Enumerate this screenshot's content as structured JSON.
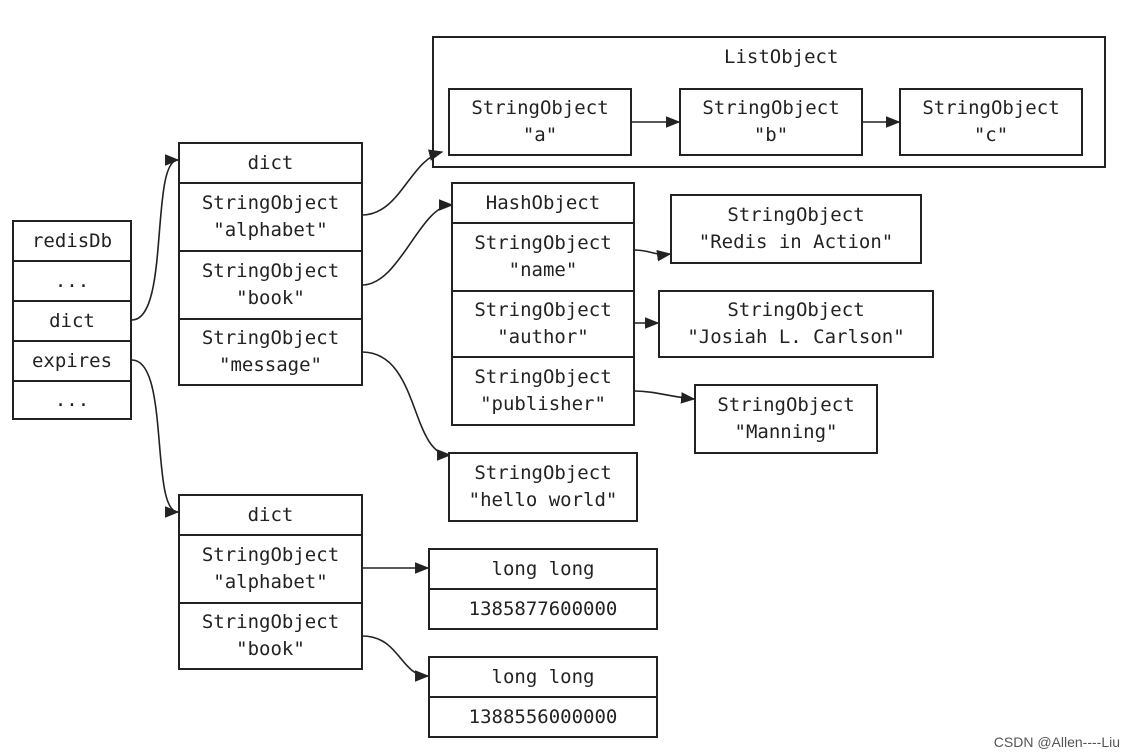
{
  "redisdb": {
    "rows": [
      "redisDb",
      "...",
      "dict",
      "expires",
      "..."
    ]
  },
  "dict_main": {
    "header": "dict",
    "entries": [
      {
        "type": "StringObject",
        "value": "\"alphabet\""
      },
      {
        "type": "StringObject",
        "value": "\"book\""
      },
      {
        "type": "StringObject",
        "value": "\"message\""
      }
    ]
  },
  "list_object": {
    "title": "ListObject",
    "items": [
      {
        "type": "StringObject",
        "value": "\"a\""
      },
      {
        "type": "StringObject",
        "value": "\"b\""
      },
      {
        "type": "StringObject",
        "value": "\"c\""
      }
    ]
  },
  "hash_object": {
    "header": "HashObject",
    "fields": [
      {
        "type": "StringObject",
        "value": "\"name\""
      },
      {
        "type": "StringObject",
        "value": "\"author\""
      },
      {
        "type": "StringObject",
        "value": "\"publisher\""
      }
    ],
    "values": [
      {
        "type": "StringObject",
        "value": "\"Redis in Action\""
      },
      {
        "type": "StringObject",
        "value": "\"Josiah L. Carlson\""
      },
      {
        "type": "StringObject",
        "value": "\"Manning\""
      }
    ]
  },
  "message_value": {
    "type": "StringObject",
    "value": "\"hello world\""
  },
  "dict_expires": {
    "header": "dict",
    "entries": [
      {
        "type": "StringObject",
        "value": "\"alphabet\""
      },
      {
        "type": "StringObject",
        "value": "\"book\""
      }
    ]
  },
  "expire_values": [
    {
      "type": "long long",
      "value": "1385877600000"
    },
    {
      "type": "long long",
      "value": "1388556000000"
    }
  ],
  "watermark": "CSDN @Allen----Liu"
}
